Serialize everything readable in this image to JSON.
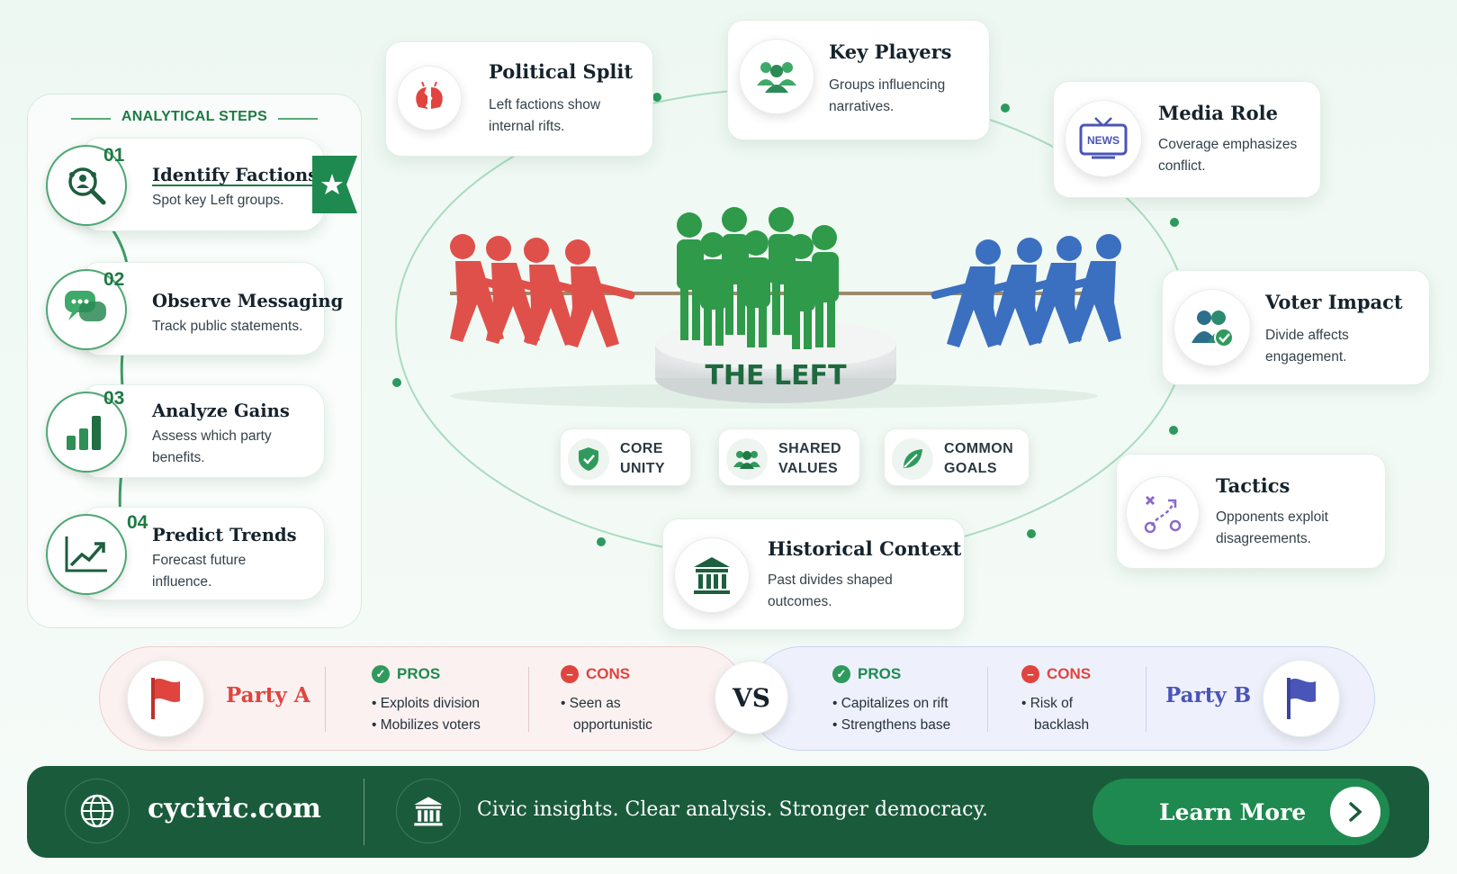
{
  "steps": {
    "heading": "ANALYTICAL STEPS",
    "items": [
      {
        "num": "01",
        "title": "Identify Factions",
        "desc": "Spot key Left groups."
      },
      {
        "num": "02",
        "title": "Observe Messaging",
        "desc": "Track public statements."
      },
      {
        "num": "03",
        "title": "Analyze Gains",
        "desc": "Assess which party benefits."
      },
      {
        "num": "04",
        "title": "Predict Trends",
        "desc": "Forecast future influence."
      }
    ]
  },
  "cards": {
    "political_split": {
      "title": "Political Split",
      "desc": "Left factions show internal rifts."
    },
    "key_players": {
      "title": "Key Players",
      "desc": "Groups influencing narratives."
    },
    "media_role": {
      "title": "Media Role",
      "desc": "Coverage emphasizes conflict.",
      "icon_text": "NEWS"
    },
    "voter_impact": {
      "title": "Voter Impact",
      "desc": "Divide affects engagement."
    },
    "tactics": {
      "title": "Tactics",
      "desc": "Opponents exploit disagreements."
    },
    "historical_context": {
      "title": "Historical Context",
      "desc": "Past divides shaped outcomes."
    }
  },
  "center": {
    "podium_label": "THE LEFT",
    "chips": [
      {
        "line1": "CORE",
        "line2": "UNITY"
      },
      {
        "line1": "SHARED",
        "line2": "VALUES"
      },
      {
        "line1": "COMMON",
        "line2": "GOALS"
      }
    ]
  },
  "comparison": {
    "vs": "VS",
    "party_a": {
      "name": "Party A",
      "pros_label": "PROS",
      "pros": [
        "Exploits division",
        "Mobilizes voters"
      ],
      "cons_label": "CONS",
      "cons": [
        "Seen as",
        "opportunistic"
      ]
    },
    "party_b": {
      "name": "Party B",
      "pros_label": "PROS",
      "pros": [
        "Capitalizes on rift",
        "Strengthens base"
      ],
      "cons_label": "CONS",
      "cons": [
        "Risk of",
        "backlash"
      ]
    }
  },
  "footer": {
    "site": "cycivic.com",
    "tagline": "Civic insights. Clear analysis. Stronger democracy.",
    "cta": "Learn More"
  },
  "colors": {
    "green": "#1f8a4f",
    "dark_green": "#1a5b3c",
    "red": "#e0443e",
    "blue": "#4a55b8"
  }
}
